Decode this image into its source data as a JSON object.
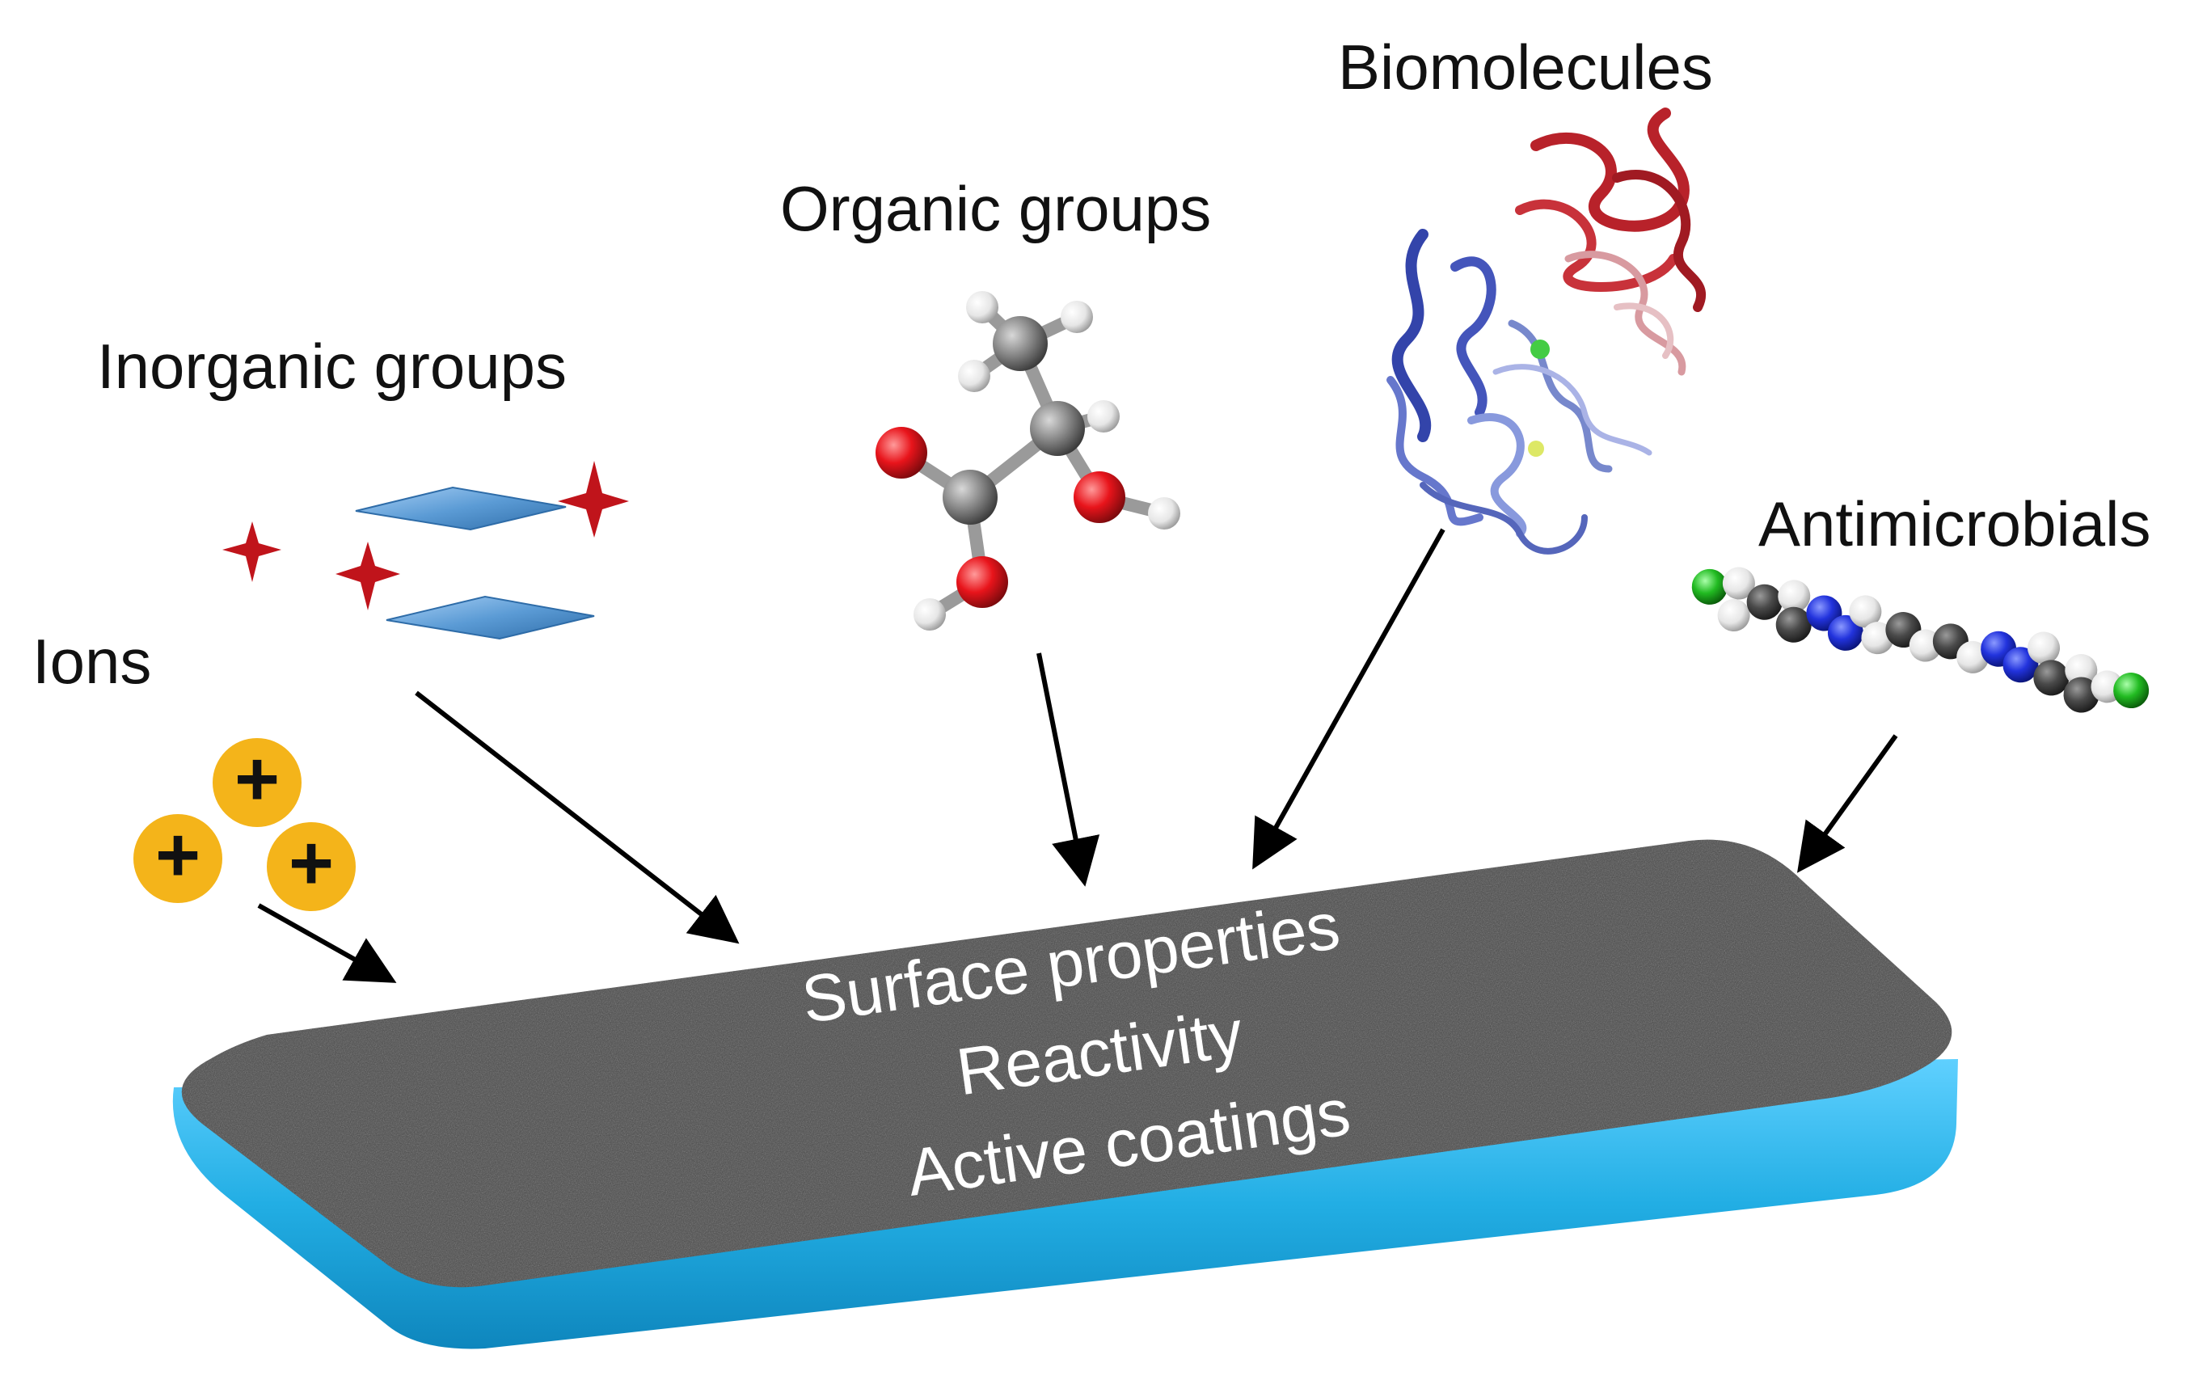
{
  "labels": {
    "ions": "Ions",
    "inorganic": "Inorganic groups",
    "organic": "Organic groups",
    "biomolecules": "Biomolecules",
    "antimicrobials": "Antimicrobials"
  },
  "surface": {
    "line1": "Surface properties",
    "line2": "Reactivity",
    "line3": "Active coatings"
  },
  "ion_symbol": "+",
  "colors": {
    "substrate_edge": "#22aee4",
    "substrate_top": "#4a4a4a",
    "ion": "#f4b41a",
    "inorganic_sheet": "#5b9bd5",
    "inorganic_star": "#c0141b",
    "atom_oxygen": "#e8141b",
    "atom_carbon": "#8a8a8a",
    "atom_hydrogen": "#eeeeee",
    "protein_red": "#b8222a",
    "protein_blue": "#3344aa",
    "antimicrobial_blue": "#2233dd",
    "antimicrobial_green": "#22bb22"
  }
}
